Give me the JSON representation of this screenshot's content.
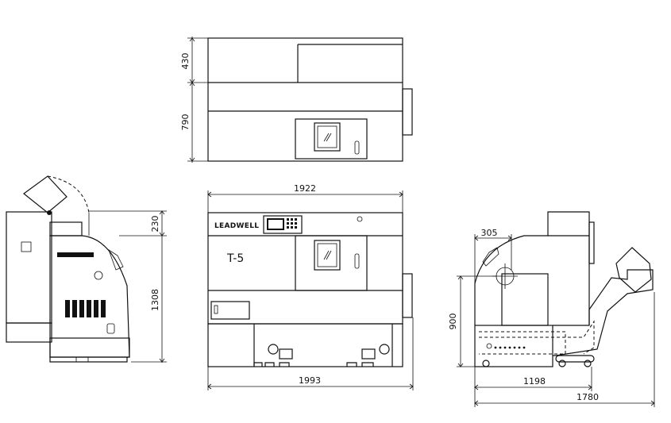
{
  "brand_label": "LEADWELL",
  "model_label": "T-5",
  "dimensions": {
    "top_view_upper_height": "430",
    "top_view_lower_height": "790",
    "front_top_width": "1922",
    "front_bottom_width": "1993",
    "side_cover_height": "230",
    "side_total_height": "1308",
    "right_offset": "305",
    "right_height": "900",
    "right_width_inner": "1198",
    "right_width_outer": "1780"
  }
}
